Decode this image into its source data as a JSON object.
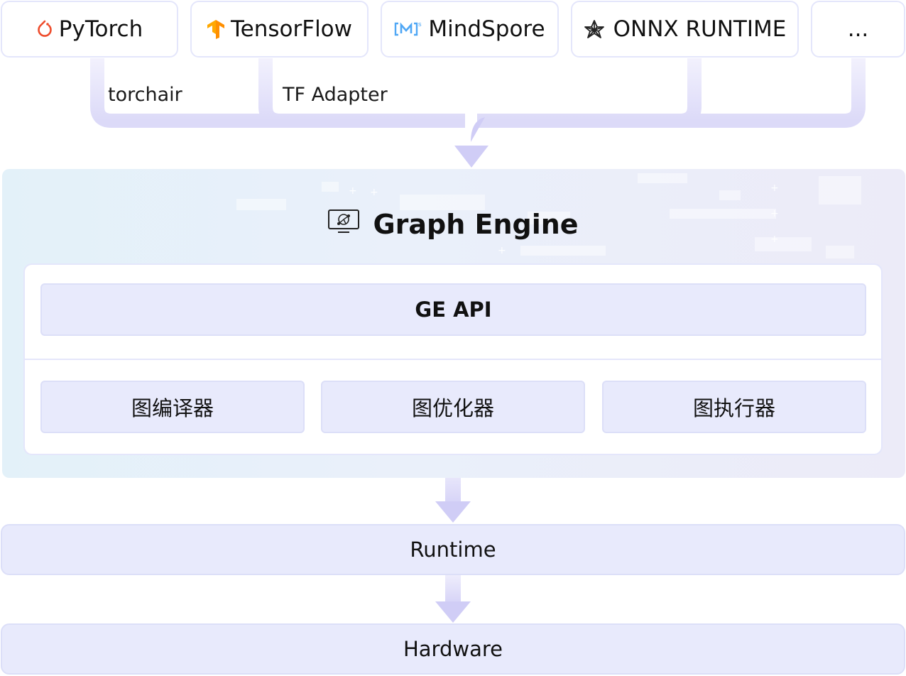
{
  "frameworks": [
    {
      "label": "PyTorch",
      "icon": "pytorch-flame-icon",
      "color": "#ee4c2c"
    },
    {
      "label": "TensorFlow",
      "icon": "tensorflow-logo-icon",
      "color": "#ff8f00"
    },
    {
      "label": "MindSpore",
      "icon": "mindspore-logo-icon",
      "color": "#4fa7f5"
    },
    {
      "label": "ONNX RUNTIME",
      "icon": "onnx-runtime-logo-icon",
      "color": "#222222"
    },
    {
      "label": "...",
      "icon": "",
      "color": ""
    }
  ],
  "adapters": [
    "torchair",
    "TF Adapter"
  ],
  "graph_engine": {
    "title": "Graph Engine",
    "icon": "graph-engine-monitor-icon",
    "api": "GE API",
    "components": [
      "图编译器",
      "图优化器",
      "图执行器"
    ]
  },
  "layers": {
    "runtime": "Runtime",
    "hardware": "Hardware"
  },
  "colors": {
    "connector": "#dcdaf8",
    "arrow": "#d0cdf6",
    "box_fill": "#e8eafc",
    "box_border": "#dcdff8"
  }
}
